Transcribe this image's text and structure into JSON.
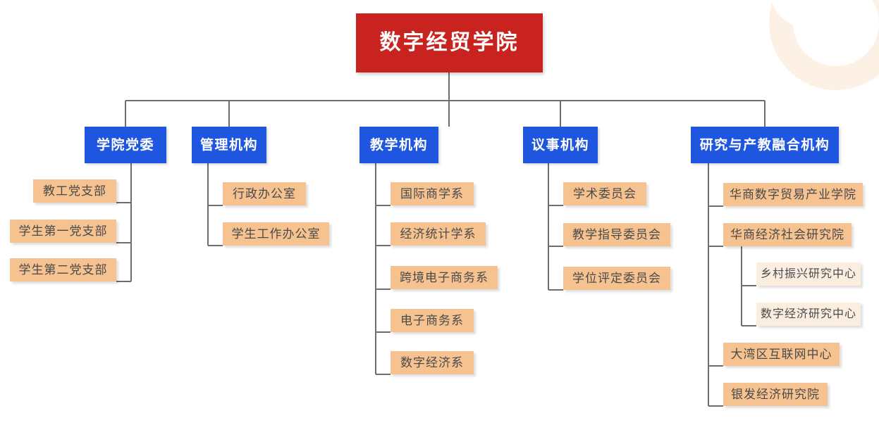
{
  "chart_type": "org-chart",
  "colors": {
    "root_fill": "#c8231f",
    "level1_fill": "#1f56e0",
    "level2_fill": "#f5c290",
    "level3_fill": "#fbeee1",
    "connector": "#6e6e6e",
    "root_text": "#ffffff",
    "level1_text": "#ffffff",
    "node_text": "#4a4a4a",
    "watermark": "#fdf0e4",
    "background": "#ffffff"
  },
  "root": {
    "label": "数字经贸学院"
  },
  "branches": [
    {
      "key": "party-committee",
      "label": "学院党委",
      "children": [
        {
          "label": "教工党支部"
        },
        {
          "label": "学生第一党支部"
        },
        {
          "label": "学生第二党支部"
        }
      ]
    },
    {
      "key": "administrative",
      "label": "管理机构",
      "children": [
        {
          "label": "行政办公室"
        },
        {
          "label": "学生工作办公室"
        }
      ]
    },
    {
      "key": "teaching",
      "label": "教学机构",
      "children": [
        {
          "label": "国际商学系"
        },
        {
          "label": "经济统计学系"
        },
        {
          "label": "跨境电子商务系"
        },
        {
          "label": "电子商务系"
        },
        {
          "label": "数字经济系"
        }
      ]
    },
    {
      "key": "deliberative",
      "label": "议事机构",
      "children": [
        {
          "label": "学术委员会"
        },
        {
          "label": "教学指导委员会"
        },
        {
          "label": "学位评定委员会"
        }
      ]
    },
    {
      "key": "research",
      "label": "研究与产教融合机构",
      "children": [
        {
          "label": "华商数字贸易产业学院"
        },
        {
          "label": "华商经济社会研究院",
          "children": [
            {
              "label": "乡村振兴研究中心"
            },
            {
              "label": "数字经济研究中心"
            }
          ]
        },
        {
          "label": "大湾区互联网中心"
        },
        {
          "label": "银发经济研究院"
        }
      ]
    }
  ]
}
